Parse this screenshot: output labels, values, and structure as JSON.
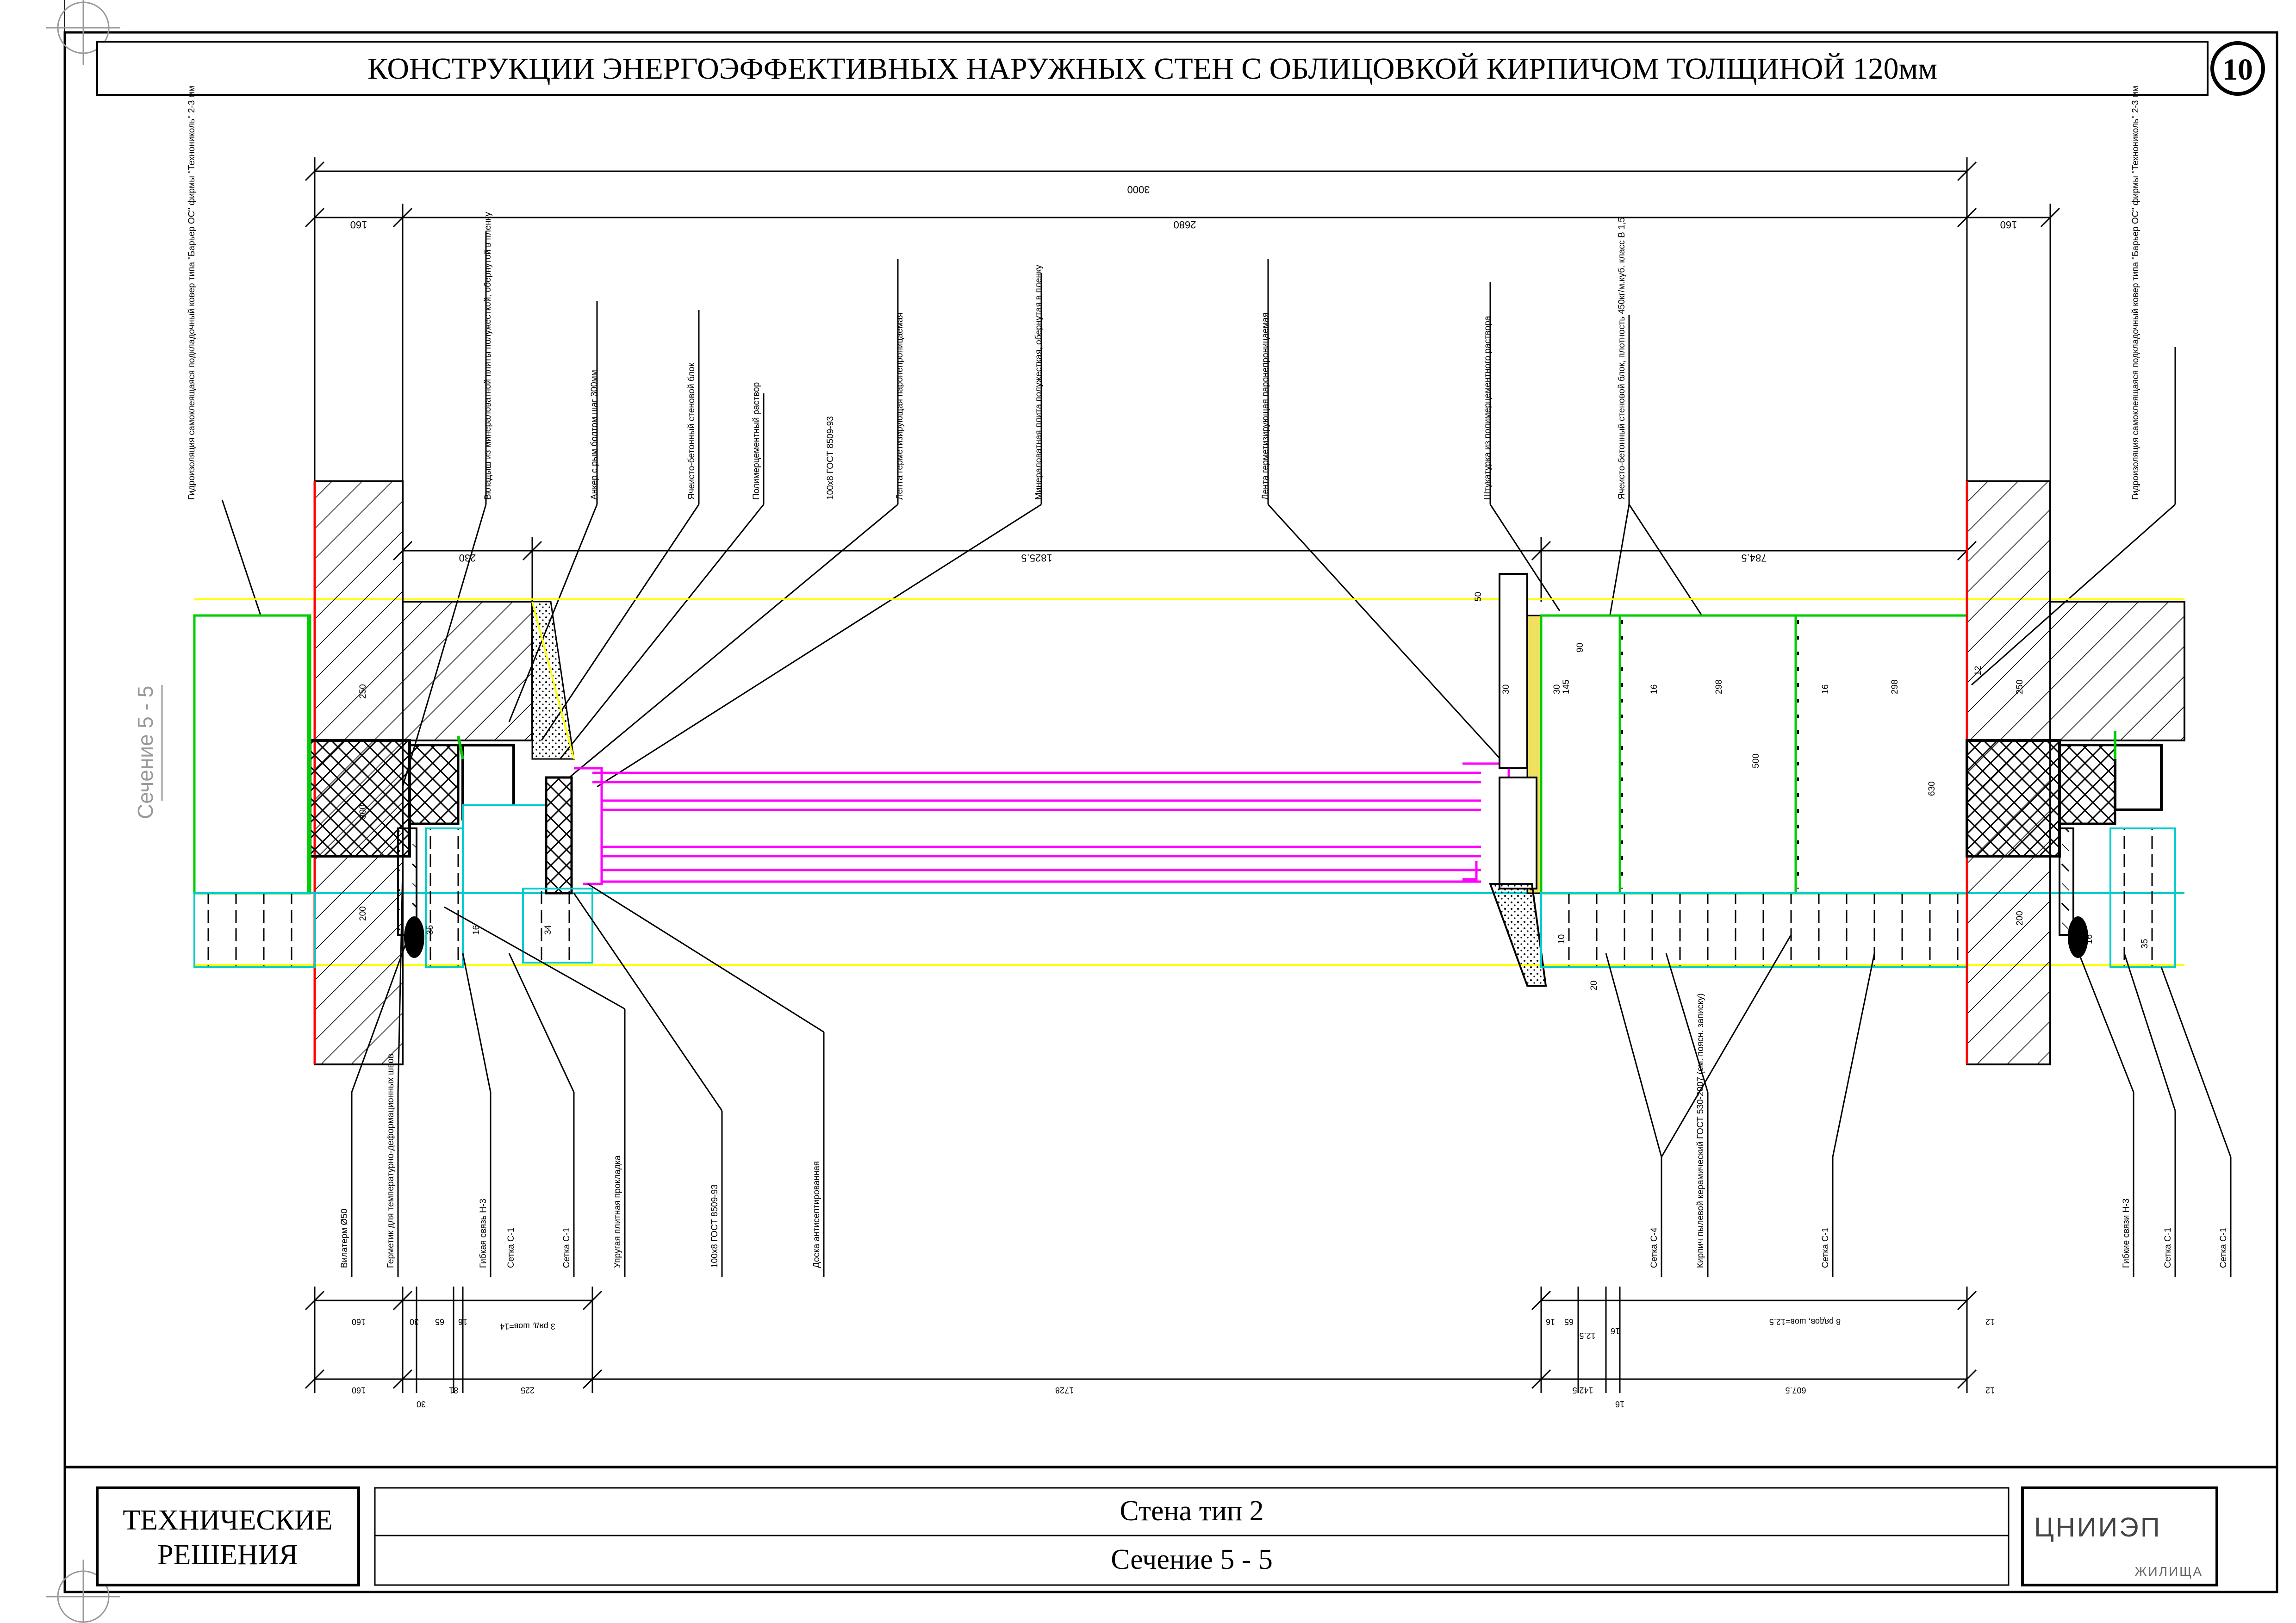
{
  "sheet": {
    "title": "КОНСТРУКЦИИ ЭНЕРГОЭФФЕКТИВНЫХ НАРУЖНЫХ СТЕН С ОБЛИЦОВКОЙ КИРПИЧОМ ТОЛЩИНОЙ 120мм",
    "page_number": "10"
  },
  "section_label": "Сечение 5 - 5",
  "title_block": {
    "left_line1": "ТЕХНИЧЕСКИЕ",
    "left_line2": "РЕШЕНИЯ",
    "center_line1": "Стена тип 2",
    "center_line2": "Сечение 5 - 5",
    "org_name": "ЦНИИЭП",
    "org_sub": "ЖИЛИЩА"
  },
  "dims_top": {
    "total": "3000",
    "left": "160",
    "middle": "2680",
    "right": "160",
    "inner_left_offset": "230",
    "inner_left": "1825.5",
    "inner_right": "784.5"
  },
  "dims_bottom_row1": [
    "160",
    "30",
    "65",
    "16",
    "3 ряд. шов=14",
    "16",
    "65",
    "12.5",
    "16",
    "8 рядов, шов=12.5",
    "12"
  ],
  "dims_bottom_row2": [
    "160",
    "30",
    "81",
    "225",
    "1728",
    "142.5",
    "16",
    "607.5",
    "12"
  ],
  "colors": {
    "line": "#000000",
    "red": "#ff0000",
    "green": "#00cc00",
    "yellow": "#ffff00",
    "magenta": "#ff00ff",
    "cyan": "#00cccc",
    "insulation_yellow": "#f0e060"
  },
  "callouts_top": [
    "Гидроизоляция самоклеящаяся подкладочный ковер типа \"Барьер ОС\" фирмы \"Технониколь\" 2-3 мм",
    "Вкладыш из минераловатной плиты полужесткой, обернутой в пленку",
    "Анкер с рым болтом шаг 300мм",
    "Ячеисто-бетонный стеновой блок",
    "Полимерцементный раствор",
    "100x8 ГОСТ 8509-93",
    "Лента герметизирующая паронепроницаемая",
    "Минераловатная плита полужесткая, обернутая в пленку",
    "Лента герметизирующая паронепроницаемая",
    "Штукатурка из полимерцементного раствора",
    "Ячеисто-бетонный стеновой блок, плотность 450кг/м.куб. класс В 1,5",
    "Гидроизоляция самоклеящаяся подкладочный ковер типа \"Барьер ОС\" фирмы \"Технониколь\" 2-3 мм"
  ],
  "callouts_bottom": [
    "Вилатерм Ø50",
    "Герметик для температурно-деформационных швов",
    "Гибкая связь Н-3",
    "Сетка С-1",
    "Сетка С-1",
    "Упругая плитная прокладка",
    "100x8 ГОСТ 8509-93",
    "Доска антисептированная",
    "Сетка С-4",
    "Кирпич пылевой керамический ГОСТ 530-2007 (см. поясн. записку)",
    "Сетка С-1",
    "Гибкие связи Н-3",
    "Сетка С-1",
    "Сетка С-1"
  ],
  "inner_dims": [
    "250",
    "300",
    "200",
    "35",
    "16",
    "34",
    "50",
    "30",
    "90",
    "145",
    "30",
    "16",
    "298",
    "16",
    "298",
    "500",
    "630",
    "10",
    "20",
    "12",
    "250",
    "200",
    "35",
    "16"
  ]
}
